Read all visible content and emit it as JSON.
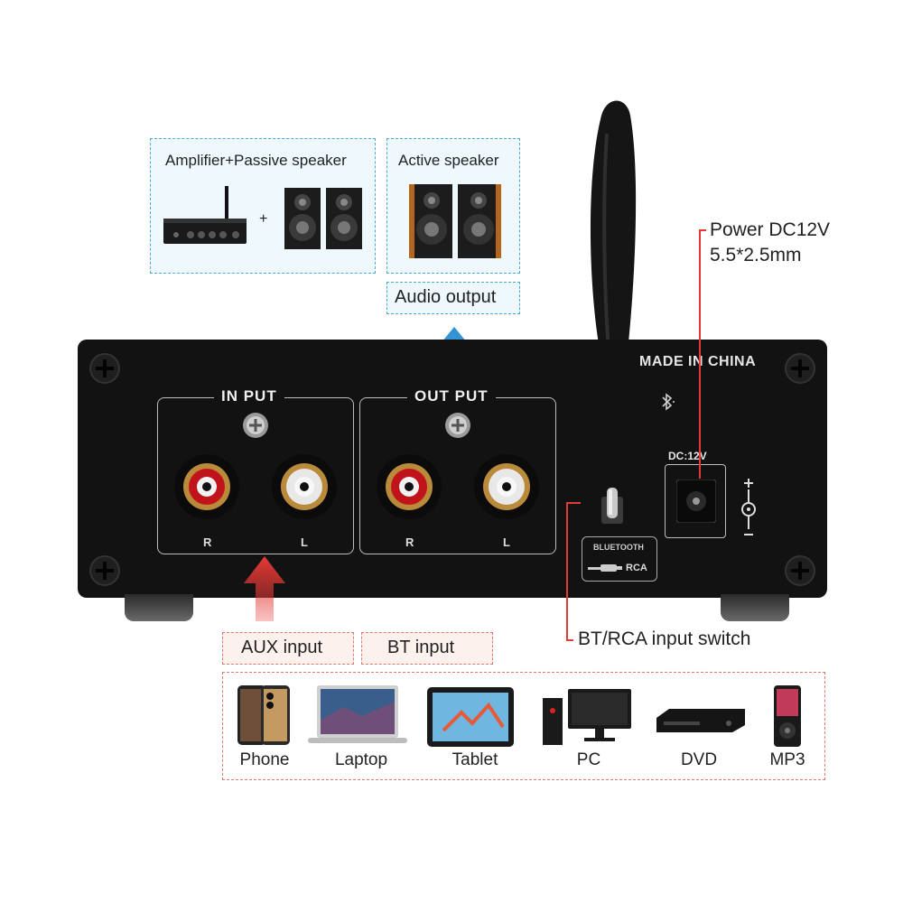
{
  "top_boxes": {
    "passive": {
      "title": "Amplifier+Passive speaker",
      "plus": "+"
    },
    "active": {
      "title": "Active speaker"
    },
    "audio_output": "Audio output"
  },
  "device": {
    "made_in": "MADE IN CHINA",
    "input_panel": "IN PUT",
    "output_panel": "OUT PUT",
    "r": "R",
    "l": "L",
    "dc_label": "DC:12V",
    "switch_top": "BLUETOOTH",
    "switch_bottom": "RCA"
  },
  "callouts": {
    "power_line1": "Power DC12V",
    "power_line2": "5.5*2.5mm",
    "switch": "BT/RCA input switch"
  },
  "inputs": {
    "aux": "AUX input",
    "bt": "BT input"
  },
  "sources": [
    {
      "label": "Phone",
      "icon": "phone-icon"
    },
    {
      "label": "Laptop",
      "icon": "laptop-icon"
    },
    {
      "label": "Tablet",
      "icon": "tablet-icon"
    },
    {
      "label": "PC",
      "icon": "pc-icon"
    },
    {
      "label": "DVD",
      "icon": "dvd-icon"
    },
    {
      "label": "MP3",
      "icon": "mp3-icon"
    }
  ],
  "colors": {
    "accent_blue": "#4aa8d8",
    "accent_red": "#e07a6a",
    "arrow_blue": "#1e88d0",
    "arrow_red": "#e53935",
    "panel_black": "#141414"
  }
}
